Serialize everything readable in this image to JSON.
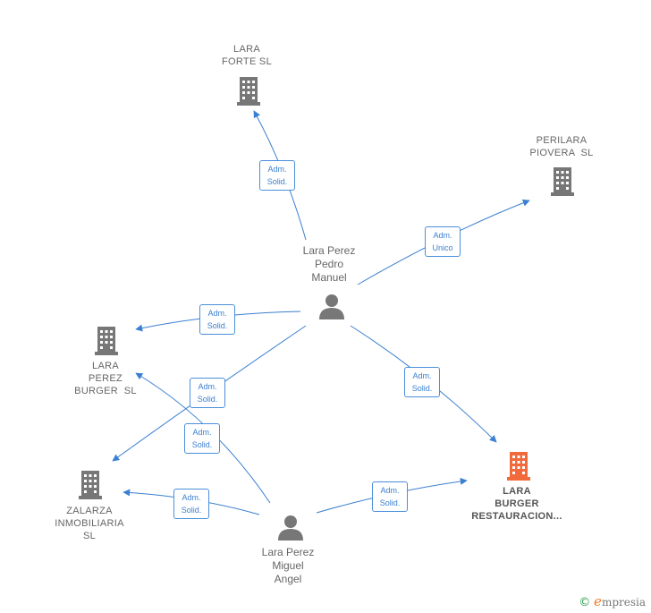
{
  "nodes": {
    "lara_forte": {
      "label": "LARA\nFORTE SL",
      "kind": "company"
    },
    "perilara": {
      "label": "PERILARA\nPIOVERA  SL",
      "kind": "company"
    },
    "lara_perez_burger": {
      "label": "LARA\nPEREZ\nBURGER  SL",
      "kind": "company"
    },
    "zalarza": {
      "label": "ZALARZA\nINMOBILIARIA\nSL",
      "kind": "company"
    },
    "lara_burger_rest": {
      "label": "LARA\nBURGER\nRESTAURACION...",
      "kind": "company",
      "highlight": true
    },
    "pedro": {
      "label": "Lara Perez\nPedro\nManuel",
      "kind": "person"
    },
    "miguel": {
      "label": "Lara Perez\nMiguel\nAngel",
      "kind": "person"
    }
  },
  "edges": [
    {
      "id": "e1",
      "label": "Adm.\nSolid."
    },
    {
      "id": "e2",
      "label": "Adm.\nUnico"
    },
    {
      "id": "e3",
      "label": "Adm.\nSolid."
    },
    {
      "id": "e4",
      "label": "Adm.\nSolid."
    },
    {
      "id": "e5",
      "label": "Adm.\nSolid."
    },
    {
      "id": "e6",
      "label": "Adm.\nSolid."
    },
    {
      "id": "e7",
      "label": "Adm.\nSolid."
    },
    {
      "id": "e8",
      "label": "Adm.\nSolid."
    }
  ],
  "colors": {
    "edge": "#3b7fd0",
    "company": "#777777",
    "company_highlight": "#f26a3c",
    "person": "#777777"
  },
  "footer": {
    "symbol": "©",
    "brand_initial": "e",
    "brand_rest": "mpresia"
  }
}
